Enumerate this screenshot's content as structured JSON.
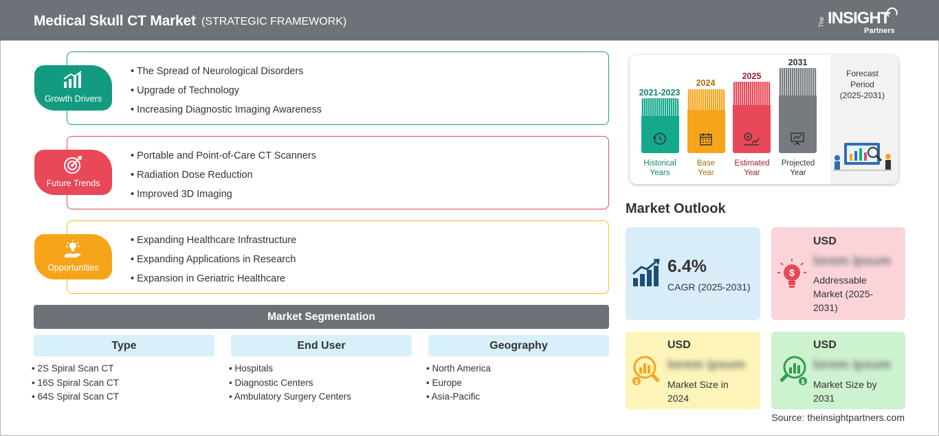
{
  "header": {
    "title": "Medical Skull CT Market",
    "subtitle": "(STRATEGIC FRAMEWORK)",
    "logo": {
      "the": "The",
      "insight": "INSIGHT",
      "partners": "Partners"
    }
  },
  "colors": {
    "header": "#6d7279",
    "growth": "#139b80",
    "trends": "#e94858",
    "opportunities": "#f6a51b"
  },
  "framework": [
    {
      "badge": "Growth Drivers",
      "icon": "bar-growth-icon",
      "items": [
        "The Spread of Neurological Disorders",
        "Upgrade of Technology",
        "Increasing Diagnostic Imaging Awareness"
      ]
    },
    {
      "badge": "Future Trends",
      "icon": "target-icon",
      "items": [
        "Portable and Point-of-Care CT Scanners",
        "Radiation Dose Reduction",
        "Improved 3D Imaging"
      ]
    },
    {
      "badge": "Opportunities",
      "icon": "idea-hand-icon",
      "items": [
        "Expanding Healthcare Infrastructure",
        "Expanding Applications in Research",
        "Expansion in Geriatric Healthcare"
      ]
    }
  ],
  "segmentation": {
    "title": "Market Segmentation",
    "columns": [
      {
        "header": "Type",
        "items": [
          "2S Spiral Scan CT",
          "16S Spiral Scan CT",
          "64S Spiral Scan CT"
        ]
      },
      {
        "header": "End User",
        "items": [
          "Hospitals",
          "Diagnostic Centers",
          "Ambulatory Surgery Centers"
        ]
      },
      {
        "header": "Geography",
        "items": [
          "North America",
          "Europe",
          "Asia-Pacific"
        ]
      }
    ]
  },
  "timeline": {
    "bars": [
      {
        "year": "2021-2023",
        "label1": "Historical",
        "label2": "Years",
        "color": "#14a98a",
        "year_color": "#14846d",
        "icon": "history-icon"
      },
      {
        "year": "2024",
        "label1": "Base",
        "label2": "Year",
        "color": "#f6a51b",
        "year_color": "#a86c09",
        "icon": "calendar-icon"
      },
      {
        "year": "2025",
        "label1": "Estimated",
        "label2": "Year",
        "color": "#e94858",
        "year_color": "#a0202e",
        "icon": "gear-chart-icon"
      },
      {
        "year": "2031",
        "label1": "Projected",
        "label2": "Year",
        "color": "#777b80",
        "year_color": "#333333",
        "icon": "presentation-icon"
      }
    ],
    "forecast_label1": "Forecast",
    "forecast_label2": "Period",
    "forecast_label3": "(2025-2031)"
  },
  "outlook": {
    "title": "Market Outlook",
    "cagr": {
      "value": "6.4%",
      "label": "CAGR (2025-2031)",
      "color": "#d9edf8"
    },
    "addressable": {
      "usd": "USD",
      "value": "lorem ipsum",
      "label1": "Addressable",
      "label2": "Market (2025-",
      "label3": "2031)",
      "color": "#fad4d9"
    },
    "size2024": {
      "usd": "USD",
      "value": "lorem ipsum",
      "label1": "Market Size in",
      "label2": "2024",
      "color": "#fcf4b8"
    },
    "size2031": {
      "usd": "USD",
      "value": "lorem ipsum",
      "label1": "Market Size by",
      "label2": "2031",
      "color": "#cdf2cf"
    }
  },
  "source": "Source: theinsightpartners.com"
}
